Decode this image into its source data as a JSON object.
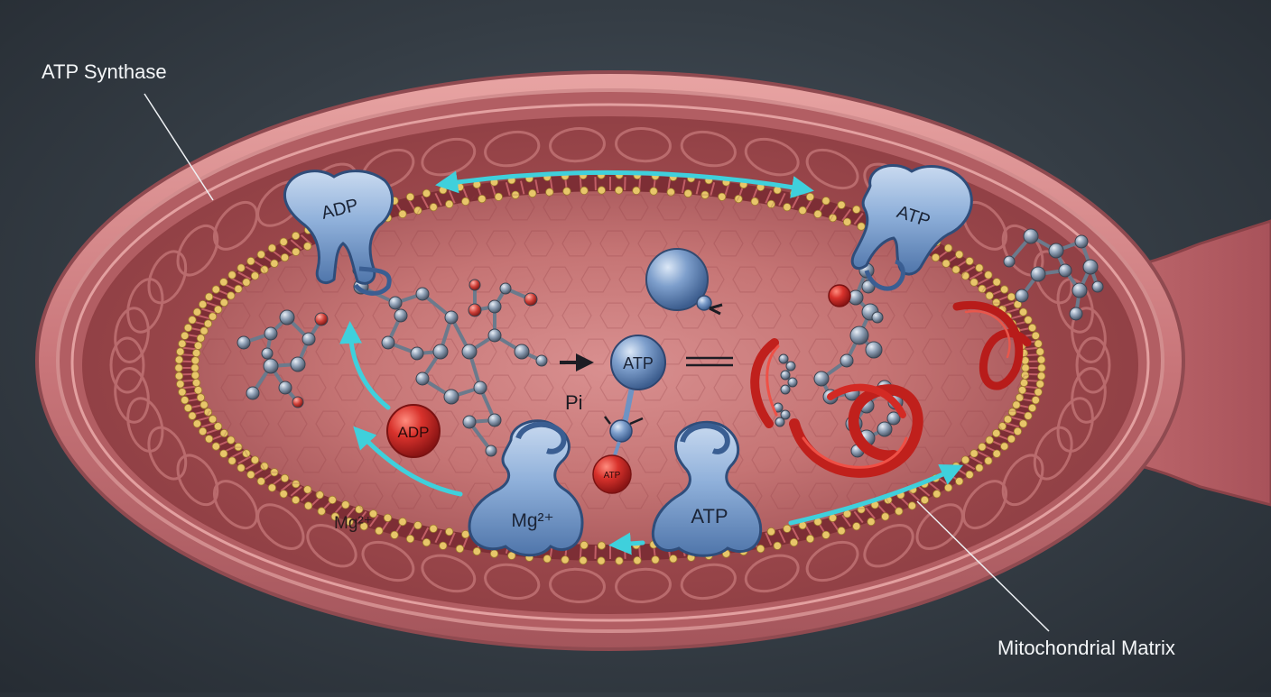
{
  "labels": {
    "atp_synthase": "ATP Synthase",
    "mitochondrial_matrix": "Mitochondrial Matrix",
    "mg_outer": "Mg²⁺",
    "pi": "Pi"
  },
  "enzymes": {
    "top_left": "ADP",
    "top_right": "ATP",
    "bottom_left": "Mg²⁺",
    "bottom_right": "ATP"
  },
  "molecules": {
    "adp_ball": "ADP",
    "atp_center": "ATP",
    "atp_small": "ATP"
  },
  "colors": {
    "background": "#2f363d",
    "membrane_outer": "#c9767a",
    "matrix": "#b85e60",
    "enzyme_blue": "#6f93c4",
    "arrow_cyan": "#3fd0dc",
    "adp_red": "#c8292a",
    "phospholipid": "#e8c66a"
  }
}
